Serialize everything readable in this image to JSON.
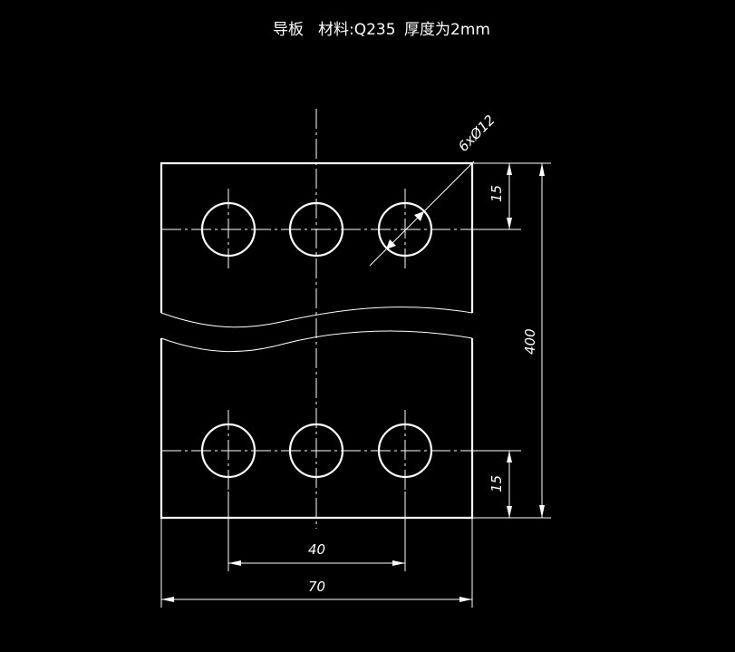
{
  "title": {
    "part_name": "导板",
    "material": "材料:Q235",
    "thickness": "厚度为2mm"
  },
  "dimensions": {
    "hole_spec": "6xØ12",
    "top_offset": "15",
    "bottom_offset": "15",
    "total_height": "400",
    "hole_span": "40",
    "plate_width": "70"
  },
  "colors": {
    "background": "#000000",
    "lines": "#ffffff"
  }
}
